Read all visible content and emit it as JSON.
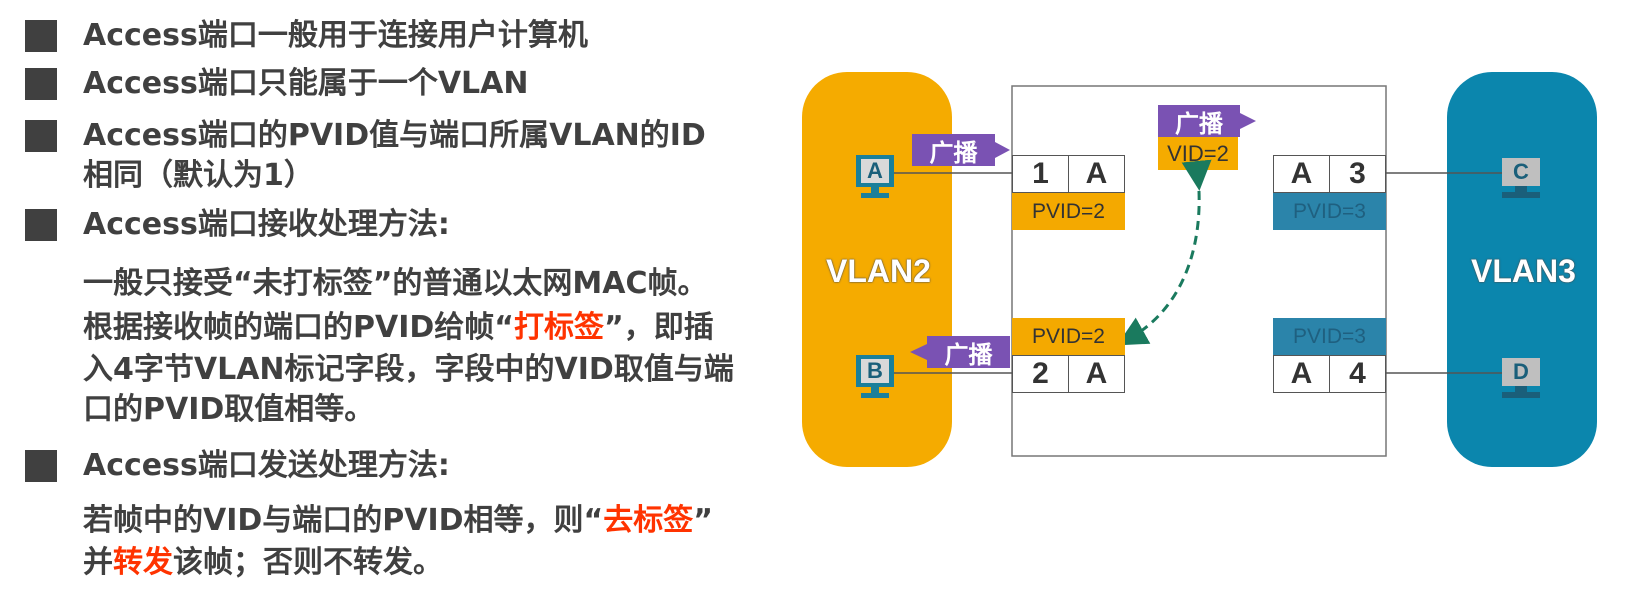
{
  "bullets": [
    {
      "lines": [
        "Access端口一般用于连接用户计算机"
      ]
    },
    {
      "lines": [
        "Access端口只能属于一个VLAN"
      ]
    },
    {
      "lines": [
        "Access端口的PVID值与端口所属VLAN的ID",
        "相同（默认为1）"
      ]
    },
    {
      "lines": [
        "Access端口接收处理方法:"
      ]
    },
    {
      "lines": [
        "Access端口发送处理方法:"
      ]
    }
  ],
  "receive": {
    "line1": "一般只接受“未打标签”的普通以太网MAC帧。",
    "line2_pre": "根据接收帧的端口的PVID给帧“",
    "line2_red": "打标签",
    "line2_post": "”，即插",
    "line3": "入4字节VLAN标记字段，字段中的VID取值与端",
    "line4": "口的PVID取值相等。"
  },
  "send": {
    "line1_pre": "若帧中的VID与端口的PVID相等，则“",
    "line1_red": "去标签",
    "line1_post": "”",
    "line2_pre": "并",
    "line2_red": "转发",
    "line2_post": "该帧；否则不转发。"
  },
  "diagram": {
    "vlan2_label": "VLAN2",
    "vlan3_label": "VLAN3",
    "hosts": {
      "a": "A",
      "b": "B",
      "c": "C",
      "d": "D"
    },
    "broadcast": "广播",
    "vid_tag": "VID=2",
    "ports": [
      {
        "num": "1",
        "host": "A",
        "pvid": "PVID=2"
      },
      {
        "num": "2",
        "host": "A",
        "pvid": "PVID=2"
      },
      {
        "num": "3",
        "host": "A",
        "pvid": "PVID=3"
      },
      {
        "num": "4",
        "host": "A",
        "pvid": "PVID=3"
      }
    ],
    "colors": {
      "vlan2": "#f5ab00",
      "vlan3": "#0b86ad",
      "tag": "#7a52b3",
      "arrow": "#1a7a5e",
      "red_text": "#ff3300"
    }
  }
}
